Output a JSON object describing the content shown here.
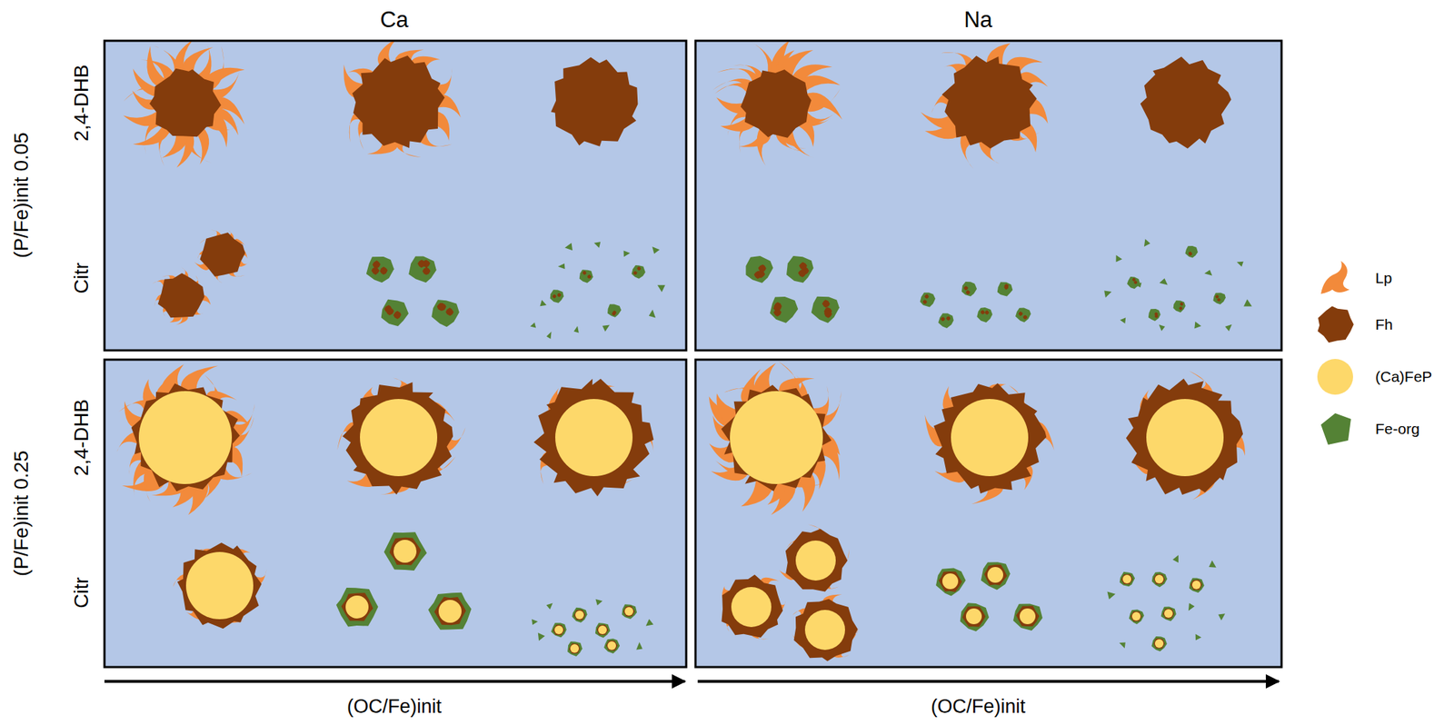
{
  "diagram": {
    "labels": [
      "Ca",
      "Na",
      "(P/Fe)init 0.05",
      "2,4-DHB",
      "Citr",
      "(P/Fe)init 0.25",
      "2,4-DHB",
      "Citr",
      "(OC/Fe)init",
      "(OC/Fe)init"
    ],
    "legend": [
      {
        "text": "Lp",
        "color": "#F28A3B"
      },
      {
        "text": "Fh",
        "color": "#843C0C"
      },
      {
        "text": "(Ca)FeP",
        "color": "#FDD86A"
      },
      {
        "text": "Fe-org",
        "color": "#548235"
      }
    ]
  }
}
